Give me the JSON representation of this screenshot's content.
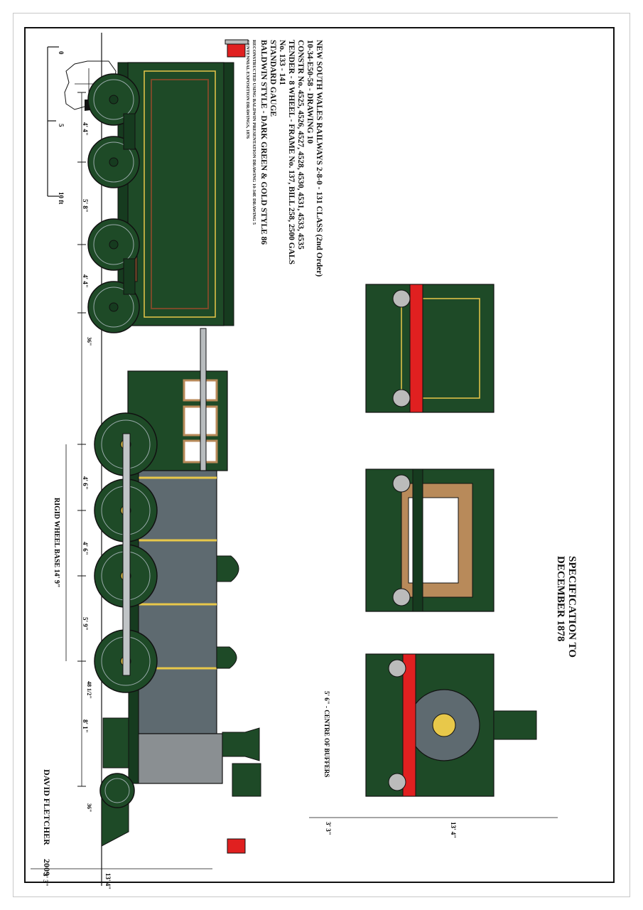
{
  "colors": {
    "loco_green": "#1e4a27",
    "dark_green": "#163b1f",
    "boiler_grey": "#5e6a70",
    "smokebox_grey": "#8a8f92",
    "buffer_red": "#e02020",
    "gold": "#e8c84a",
    "brown": "#7a4a2a",
    "wood": "#b88a5a"
  },
  "specification": {
    "line1": "SPECIFICATION TO",
    "line2": "DECEMBER 1878"
  },
  "info": {
    "title": "NEW SOUTH WALES RAILWAYS 2-8-0 - 131 CLASS (2nd Order)",
    "drawing": "10-34-E50-58 - DRAWING 10",
    "constr": "CONSTR No. 4525, 4526, 4527, 4528, 4530, 4531, 4533, 4535",
    "tender": "TENDER - 8 WHEEL - FRAME No. 137, BILL 258, 2500 GALS",
    "numbers": "No. 133 - 141",
    "gauge": "STANDARD GAUGE",
    "style": "BALDWIN STYLE - DARK GREEN & GOLD STYLE 86",
    "note1": "RECONSTRUCTED USING BALDWIN PRESENTATION DRAWING 10-34E DRAWING 5",
    "note2": "CENTENNIAL EXPOSITION DRAWINGS, 1876"
  },
  "scale": {
    "label_0": "0",
    "label_5": "5",
    "label_10": "10 ft"
  },
  "dimensions": {
    "tender_wb_1": "4' 4\"",
    "tender_wb_2": "5' 8\"",
    "tender_wb_3": "4' 4\"",
    "tender_wheel": "36\"",
    "loco_wb_1": "4' 6\"",
    "loco_wb_2": "4' 6\"",
    "loco_wb_3": "5' 9\"",
    "loco_wb_4": "8' 1\"",
    "driver_dia": "48 1/2\"",
    "pony_wheel": "36\"",
    "rigid_wb": "RIGID WHEEL BASE 14' 9\"",
    "height_side": "13' 4\"",
    "buffer_height_side": "3' 3\"",
    "height_end": "13' 4\"",
    "buffer_height_end": "3' 3\"",
    "buffer_centres": "5' 6\" - CENTRE OF BUFFERS"
  },
  "author": {
    "name": "DAVID FLETCHER",
    "year": "2009"
  }
}
